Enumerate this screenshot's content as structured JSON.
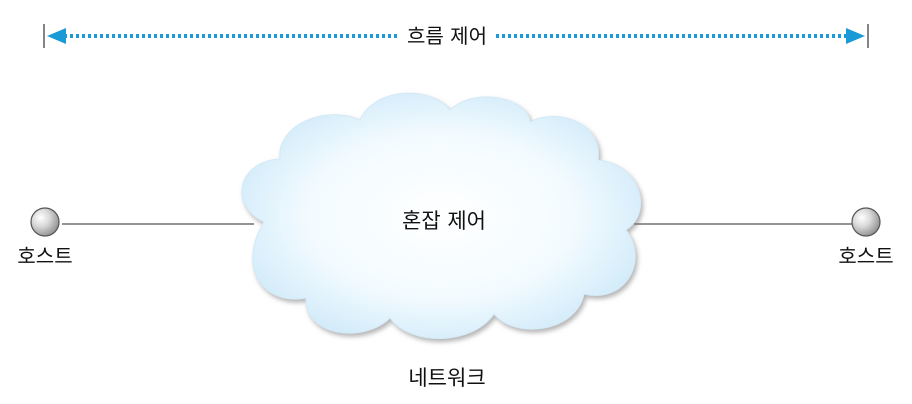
{
  "flow_control": {
    "label": "흐름 제어",
    "arrow_color": "#1a9ad6"
  },
  "congestion_control": {
    "label": "혼잡 제어"
  },
  "hosts": {
    "left_label": "호스트",
    "right_label": "호스트"
  },
  "network": {
    "label": "네트워크"
  },
  "icons": {
    "host_node": "sphere-node-icon",
    "network_cloud": "cloud-icon"
  }
}
